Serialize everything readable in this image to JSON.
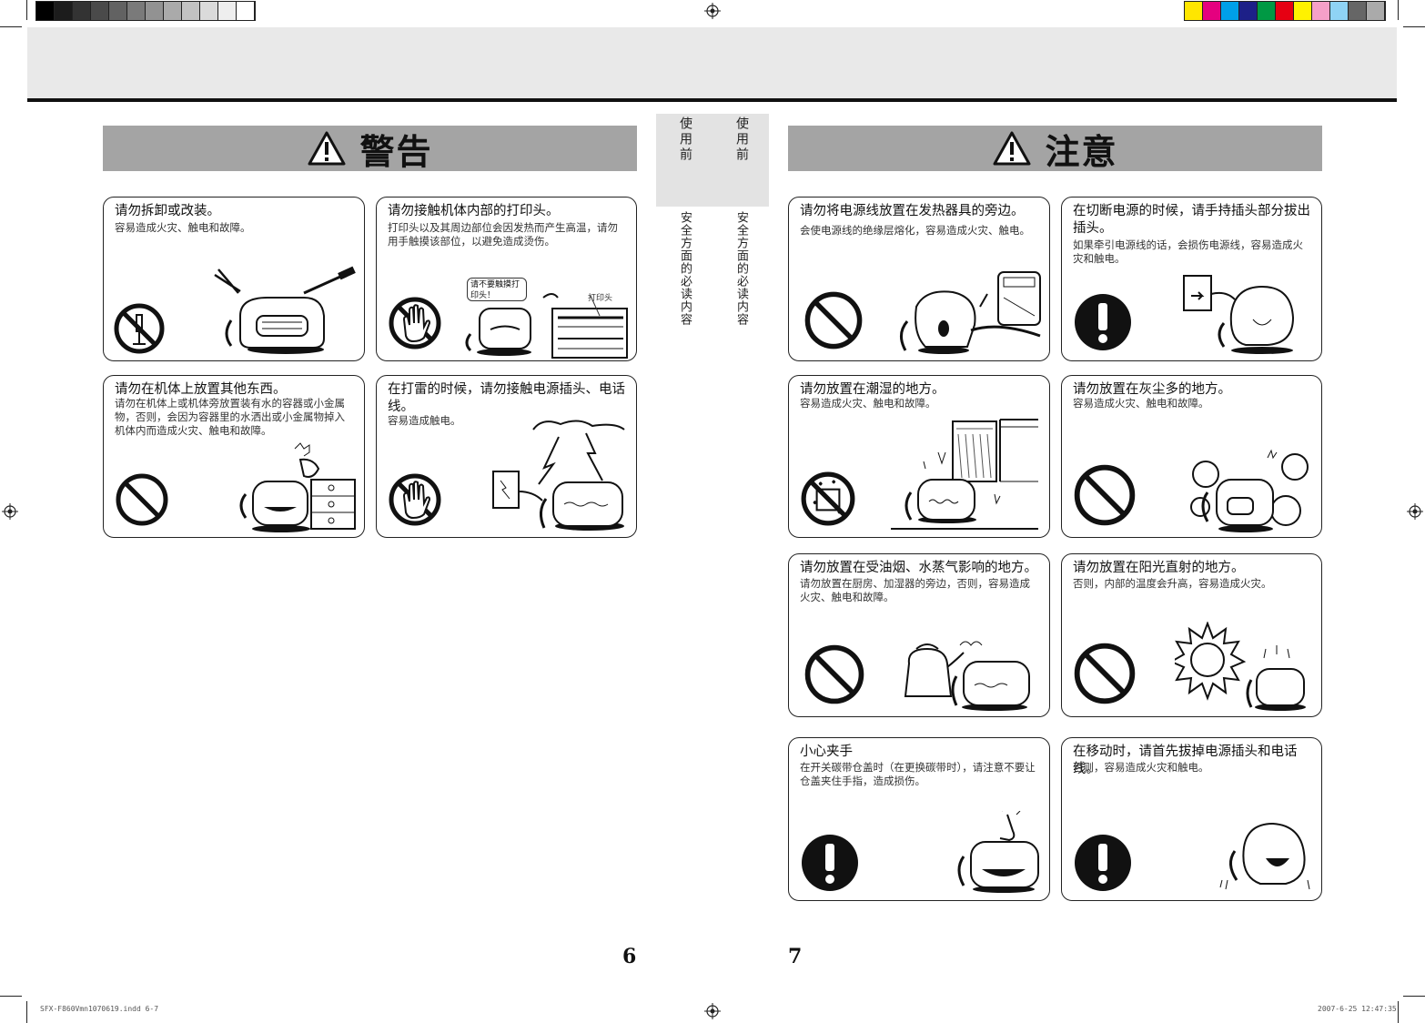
{
  "banners": {
    "warning_title": "警告",
    "caution_title": "注意"
  },
  "tabs": {
    "col1_top": "使用前",
    "col2_top": "使用前",
    "col1_bottom": "安全方面的必读内容",
    "col2_bottom": "安全方面的必读内容"
  },
  "warning_cards": [
    {
      "title": "请勿拆卸或改装。",
      "desc": "容易造成火灾、触电和故障。"
    },
    {
      "title": "请勿接触机体内部的打印头。",
      "desc": "打印头以及其周边部位会因发热而产生高温，请勿用手触摸该部位，以避免造成烫伤。",
      "bubble": "请不要触摸打印头！",
      "label": "打印头"
    },
    {
      "title": "请勿在机体上放置其他东西。",
      "desc": "请勿在机体上或机体旁放置装有水的容器或小金属物，否则，会因为容器里的水洒出或小金属物掉入机体内而造成火灾、触电和故障。"
    },
    {
      "title": "在打雷的时候，请勿接触电源插头、电话线。",
      "desc": "容易造成触电。"
    }
  ],
  "caution_cards": [
    {
      "title": "请勿将电源线放置在发热器具的旁边。",
      "desc": "会使电源线的绝缘层熔化，容易造成火灾、触电。"
    },
    {
      "title": "在切断电源的时候，请手持插头部分拔出插头。",
      "desc": "如果牵引电源线的话，会损伤电源线，容易造成火灾和触电。"
    },
    {
      "title": "请勿放置在潮湿的地方。",
      "desc": "容易造成火灾、触电和故障。"
    },
    {
      "title": "请勿放置在灰尘多的地方。",
      "desc": "容易造成火灾、触电和故障。"
    },
    {
      "title": "请勿放置在受油烟、水蒸气影响的地方。",
      "desc": "请勿放置在厨房、加湿器的旁边，否则，容易造成火灾、触电和故障。"
    },
    {
      "title": "请勿放置在阳光直射的地方。",
      "desc": "否则，内部的温度会升高，容易造成火灾。"
    },
    {
      "title": "小心夹手",
      "desc": "在开关碳带仓盖时（在更换碳带时），请注意不要让仓盖夹住手指，造成损伤。"
    },
    {
      "title": "在移动时，请首先拔掉电源插头和电话线。",
      "desc": "否则，容易造成火灾和触电。"
    }
  ],
  "page_numbers": {
    "left": "6",
    "right": "7"
  },
  "slug": {
    "file": "SFX-F860Vmn1070619.indd   6-7",
    "date": "2007-6-25   12:47:35"
  },
  "icons": {
    "warning_triangle": "warning-triangle-icon",
    "prohibit": "prohibition-icon",
    "no_disassemble": "no-disassemble-icon",
    "no_touch": "no-touch-hand-icon",
    "no_wet": "no-wet-icon",
    "mandatory": "mandatory-exclamation-icon"
  },
  "colors": {
    "banner_gray": "#a4a4a4",
    "header_gray": "#e9e9e9",
    "ink": "#111111"
  }
}
